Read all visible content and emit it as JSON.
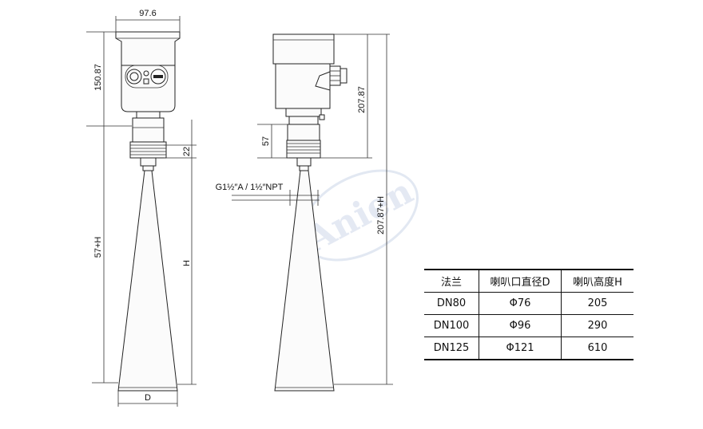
{
  "dimensions": {
    "top_width": "97.6",
    "housing_height": "150.87",
    "connection_height": "22",
    "overall_left": "57+H",
    "horn_height": "H",
    "horn_diameter": "D",
    "side_housing_height": "207.87",
    "side_connection_height": "57",
    "thread_spec": "G1½″A / 1½″NPT",
    "overall_right": "207.87+H"
  },
  "watermark": "Anien",
  "table": {
    "headers": [
      "法兰",
      "喇叭口直径D",
      "喇叭高度H"
    ],
    "rows": [
      [
        "DN80",
        "Φ76",
        "205"
      ],
      [
        "DN100",
        "Φ96",
        "290"
      ],
      [
        "DN125",
        "Φ121",
        "610"
      ]
    ]
  }
}
